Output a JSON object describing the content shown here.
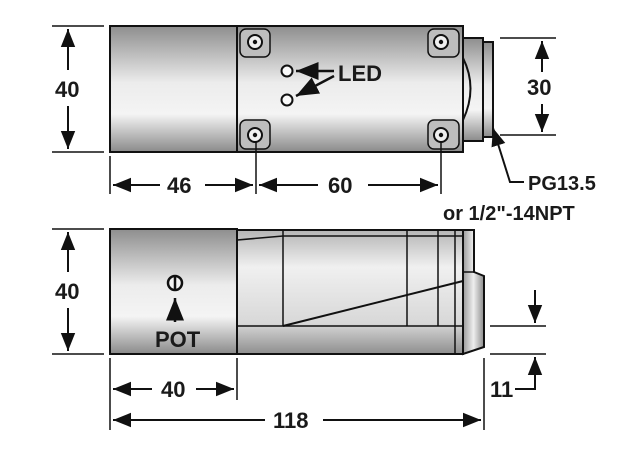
{
  "dimensions": {
    "top_height": "40",
    "pg_diameter": "30",
    "length_46": "46",
    "length_60": "60",
    "side_height": "40",
    "length_40": "40",
    "total_length": "118",
    "offset_11": "11"
  },
  "labels": {
    "led": "LED",
    "pot": "POT",
    "thread_line1": "PG13.5",
    "thread_line2": "or 1/2\"-14NPT"
  },
  "colors": {
    "body_light": "#e8e8e8",
    "body_dark": "#8f8f8f",
    "line": "#111111"
  }
}
